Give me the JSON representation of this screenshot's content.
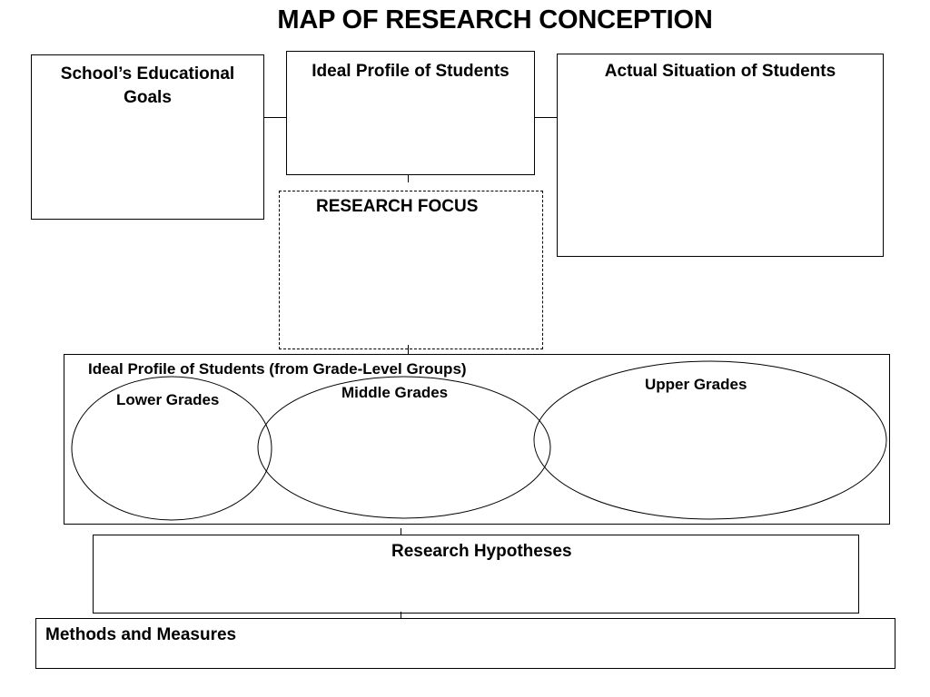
{
  "title": "MAP OF RESEARCH CONCEPTION",
  "boxes": {
    "educational_goals": "School’s Educational Goals",
    "ideal_profile": "Ideal Profile of Students",
    "actual_situation": "Actual Situation of Students",
    "research_focus": "RESEARCH FOCUS",
    "grade_groups": "Ideal Profile of Students (from Grade-Level Groups)",
    "research_hypotheses": "Research Hypotheses",
    "methods_measures": "Methods and Measures"
  },
  "grade_groups": {
    "lower": "Lower Grades",
    "middle": "Middle Grades",
    "upper": "Upper Grades"
  }
}
